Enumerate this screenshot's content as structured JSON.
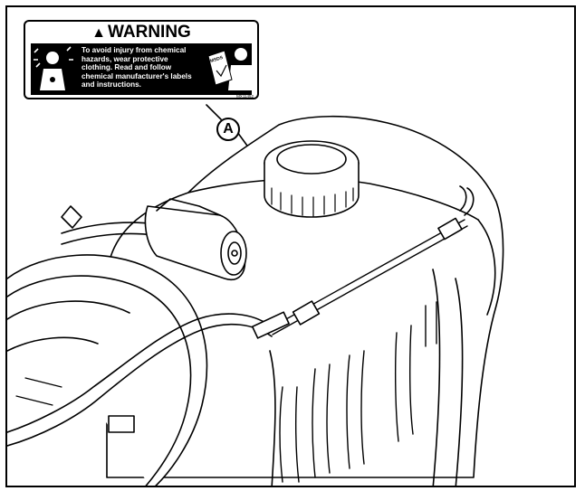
{
  "warning_label": {
    "signal_word": "WARNING",
    "symbol": "warning-triangle-icon",
    "message": "To avoid injury from chemical hazards, wear protective clothing. Read and follow chemical manufacturer's labels and instructions.",
    "book_label": "MSDS",
    "code": "MX11452"
  },
  "callout": {
    "label": "A"
  },
  "colors": {
    "line": "#000000",
    "background": "#ffffff"
  }
}
